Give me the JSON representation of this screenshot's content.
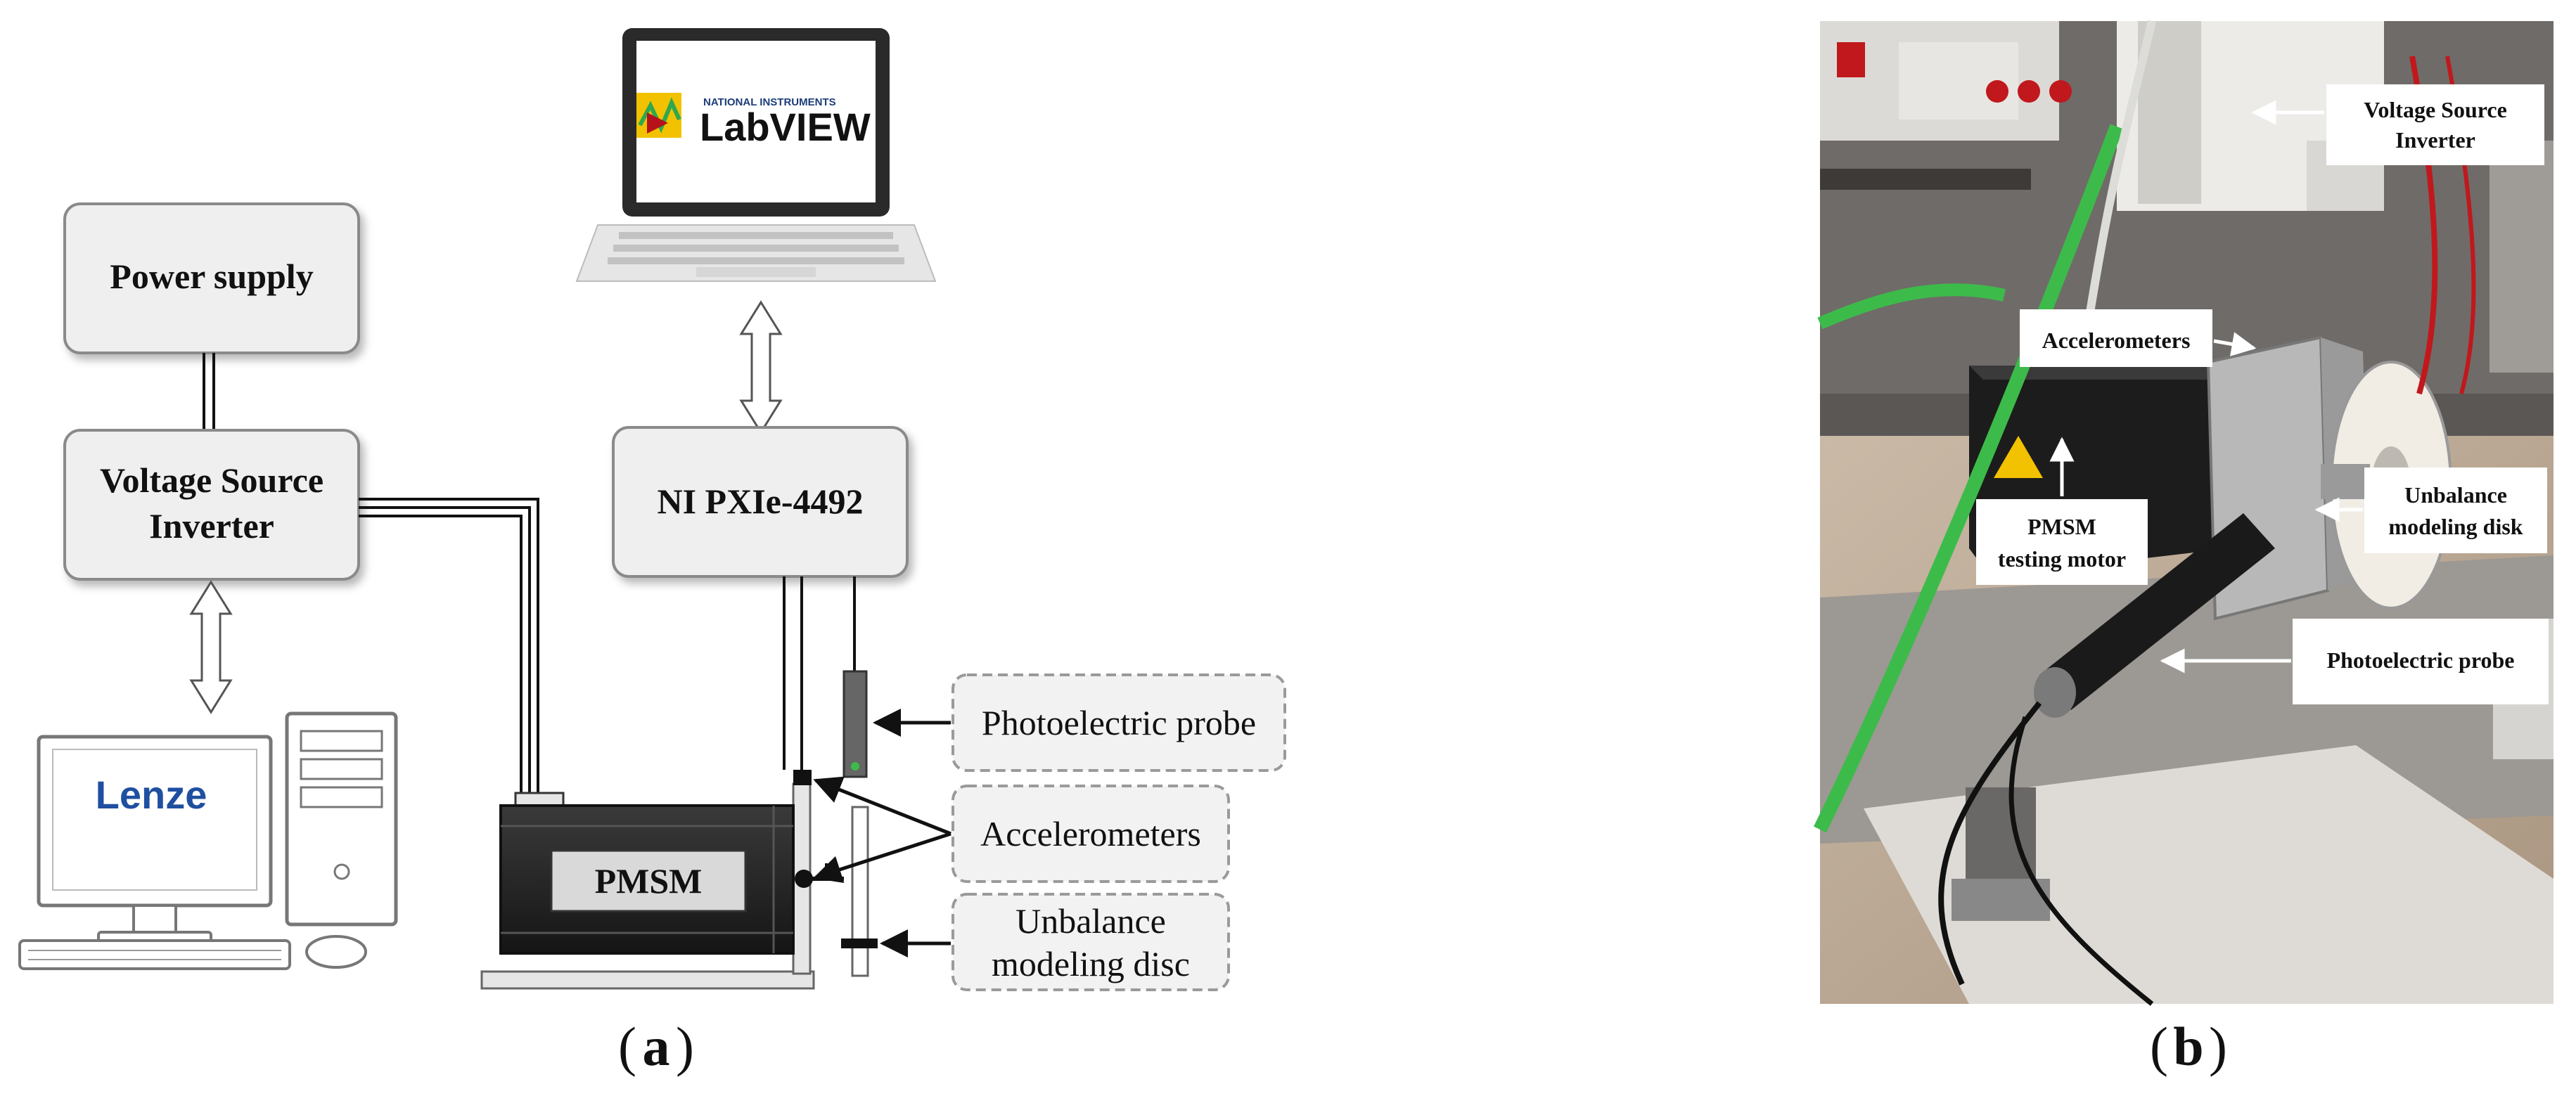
{
  "diagram": {
    "labview_logo": {
      "brand_small": "NATIONAL INSTRUMENTS",
      "brand_big": "LabVIEW"
    },
    "lenze_logo": "Lenze",
    "boxes": {
      "power_supply": "Power supply",
      "vsi_line1": "Voltage Source",
      "vsi_line2": "Inverter",
      "ni_pxie": "NI PXIe-4492",
      "pmsm": "PMSM"
    },
    "callouts": {
      "photoelectric_probe": "Photoelectric probe",
      "accelerometers": "Accelerometers",
      "unbalance_line1": "Unbalance",
      "unbalance_line2": "modeling disc"
    },
    "subfig_a": "a",
    "subfig_b": "b"
  },
  "photo": {
    "labels": {
      "vsi_line1": "Voltage Source",
      "vsi_line2": "Inverter",
      "accelerometers": "Accelerometers",
      "pmsm_line1": "PMSM",
      "pmsm_line2": "testing motor",
      "unbalance_line1": "Unbalance",
      "unbalance_line2": "modeling disk",
      "photoelectric_probe": "Photoelectric probe"
    }
  },
  "colors": {
    "box_fill": "#efefef",
    "box_stroke": "#8a8a8a",
    "motor_body": "#2e2e2e",
    "callout_stroke": "#9a9a9a",
    "cable_green": "#3dbb4a",
    "lenze_blue": "#1f4fa0"
  }
}
